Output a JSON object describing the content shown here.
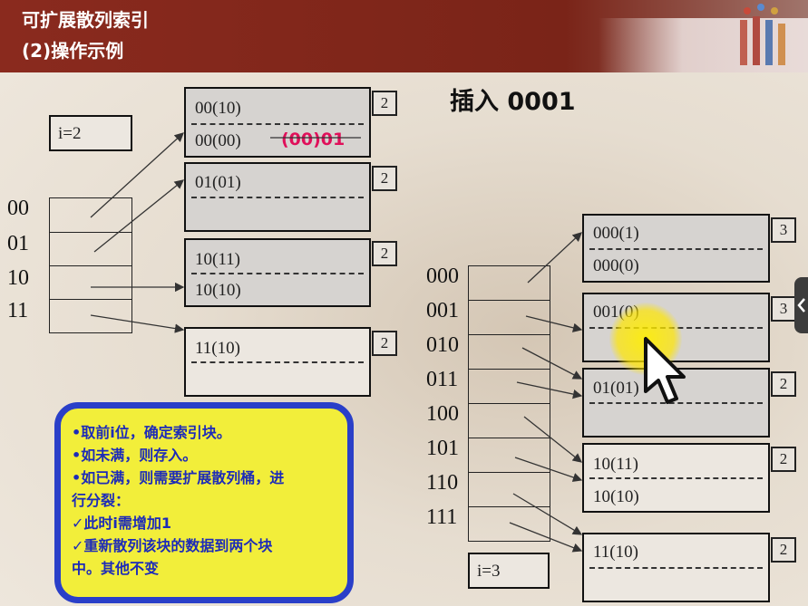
{
  "header": {
    "title_line1": "可扩展散列索引",
    "title_line2": "(2)操作示例"
  },
  "heading": "插入 0001",
  "left": {
    "global_depth": "i=2",
    "directory_labels": [
      "00",
      "01",
      "10",
      "11"
    ],
    "buckets": [
      {
        "entries": [
          "00(10)",
          "00(00)"
        ],
        "depth": "2"
      },
      {
        "entries": [
          "01(01)",
          ""
        ],
        "depth": "2"
      },
      {
        "entries": [
          "10(11)",
          "10(10)"
        ],
        "depth": "2"
      },
      {
        "entries": [
          "11(10)",
          ""
        ],
        "depth": "2"
      }
    ],
    "inserted_value": "(00)01"
  },
  "right": {
    "global_depth": "i=3",
    "directory_labels": [
      "000",
      "001",
      "010",
      "011",
      "100",
      "101",
      "110",
      "111"
    ],
    "buckets": [
      {
        "entries": [
          "000(1)",
          "000(0)"
        ],
        "depth": "3"
      },
      {
        "entries": [
          "001(0)",
          ""
        ],
        "depth": "3"
      },
      {
        "entries": [
          "01(01)",
          ""
        ],
        "depth": "2"
      },
      {
        "entries": [
          "10(11)",
          "10(10)"
        ],
        "depth": "2"
      },
      {
        "entries": [
          "11(10)",
          ""
        ],
        "depth": "2"
      }
    ]
  },
  "notes": [
    "•取前i位，确定索引块。",
    "•如未满，则存入。",
    "•如已满，则需要扩展散列桶，进",
    "行分裂：",
    "✓此时i需增加1",
    "✓重新散列该块的数据到两个块",
    "中。其他不变"
  ],
  "colors": {
    "header_bg": "#7a2418",
    "note_bg": "#f2ee3a",
    "note_border": "#2a3fc8",
    "note_text": "#1d2bb8",
    "highlight": "#e0105a",
    "cursor_highlight": "#ffe600"
  }
}
